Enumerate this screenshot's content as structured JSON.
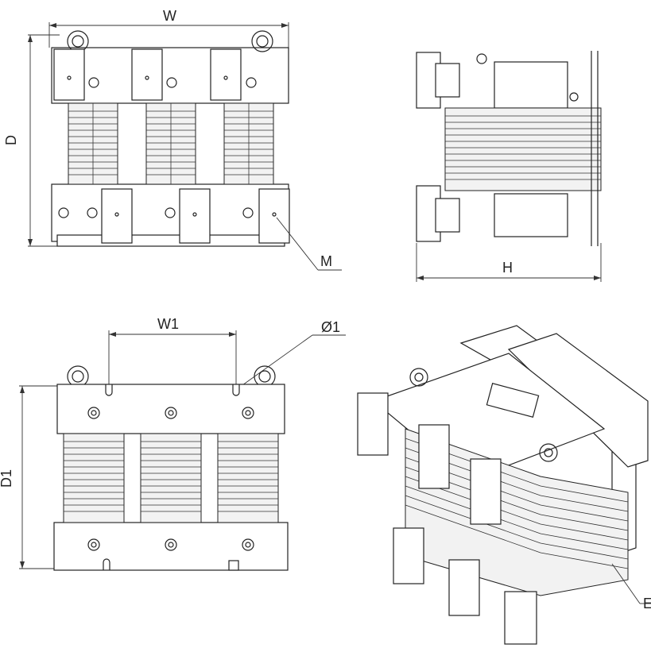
{
  "dimension_labels": {
    "width": "W",
    "depth": "D",
    "height": "H",
    "mount_hole_spacing": "W1",
    "mount_depth": "D1",
    "hole_diameter": "Ø1",
    "terminal": "M",
    "earth": "E"
  },
  "views": {
    "front": "front-view",
    "side": "side-view",
    "bottom": "bottom-view",
    "isometric": "isometric-view"
  },
  "colors": {
    "line": "#222222",
    "background": "#ffffff"
  }
}
